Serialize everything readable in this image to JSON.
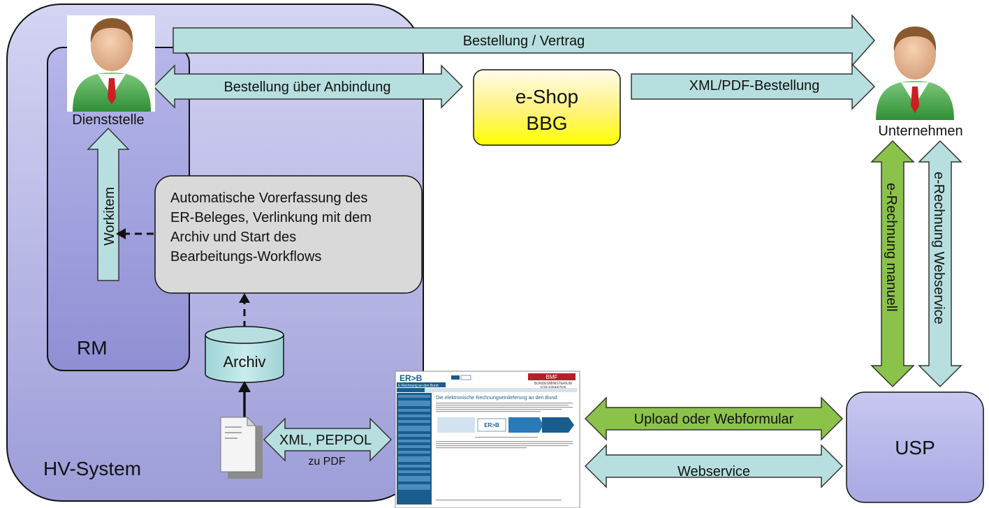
{
  "labels": {
    "dienststelle": "Dienststelle",
    "unternehmen": "Unternehmen",
    "rm": "RM",
    "hv_system": "HV-System",
    "archiv": "Archiv",
    "usp": "USP",
    "workitem": "Workitem",
    "eshop_line1": "e-Shop",
    "eshop_line2": "BBG"
  },
  "process_box": {
    "lines": [
      "Automatische Vorerfassung  des",
      "ER-Beleges, Verlinkung mit dem",
      "Archiv und Start des",
      "Bearbeitungs-Workflows"
    ]
  },
  "arrows": {
    "bestellung_vertrag": "Bestellung / Vertrag",
    "bestellung_anbindung": "Bestellung über Anbindung",
    "xml_pdf_bestellung": "XML/PDF-Bestellung",
    "xml_peppol_line1": "XML, PEPPOL",
    "xml_peppol_line2": "zu PDF",
    "upload_webformular": "Upload oder Webformular",
    "webservice": "Webservice",
    "e_rechnung_manuell": "e-Rechnung manuell",
    "e_rechnung_webservice": "e-Rechnung Webservice"
  },
  "screenshot": {
    "logo": "ER>B",
    "bmf": "BMF",
    "bmf_sub": "BUNDESMINISTERIUM\nFÜR FINANZEN",
    "header_bar": "E-Rechnung an den Bund",
    "heading": "Die elektronische Rechnungseinlieferung an den Bund"
  },
  "colors": {
    "hv_system_fill": "#b3b3e6",
    "rm_fill": "#9b9bdc",
    "arrow_lightblue": "#b7dfe0",
    "arrow_green": "#8bc34a",
    "process_box": "#d9d9d9",
    "eshop_top": "#fffbe0",
    "eshop_bottom": "#ffff00",
    "usp_fill": "#b3b3e6"
  }
}
